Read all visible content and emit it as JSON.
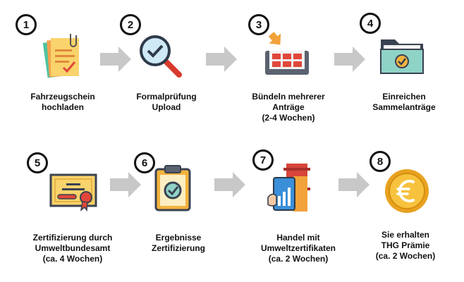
{
  "steps": [
    {
      "number": "1",
      "icon": "documents-paperclip-icon",
      "lines": [
        "Fahrzeugschein",
        "hochladen"
      ]
    },
    {
      "number": "2",
      "icon": "magnifier-check-icon",
      "lines": [
        "Formalprüfung",
        "Upload"
      ]
    },
    {
      "number": "3",
      "icon": "bundle-tray-icon",
      "lines": [
        "Bündeln mehrerer",
        "Anträge",
        "(2-4 Wochen)"
      ]
    },
    {
      "number": "4",
      "icon": "folder-check-icon",
      "lines": [
        "Einreichen",
        "Sammelanträge"
      ]
    },
    {
      "number": "5",
      "icon": "certificate-icon",
      "lines": [
        "Zertifizierung durch",
        "Umweltbundesamt",
        "(ca. 4 Wochen)"
      ]
    },
    {
      "number": "6",
      "icon": "clipboard-check-icon",
      "lines": [
        "Ergebnisse",
        "Zertifizierung"
      ]
    },
    {
      "number": "7",
      "icon": "trading-chart-icon",
      "lines": [
        "Handel mit",
        "Umweltzertifikaten",
        "(ca. 2 Wochen)"
      ]
    },
    {
      "number": "8",
      "icon": "euro-coin-icon",
      "lines": [
        "Sie erhalten",
        "THG Prämie",
        "(ca. 2 Wochen)"
      ]
    }
  ],
  "colors": {
    "arrow": "#c8c8c8",
    "accent_gold": "#f2b33d",
    "accent_red": "#e0473a",
    "accent_teal": "#8fd3c6"
  }
}
